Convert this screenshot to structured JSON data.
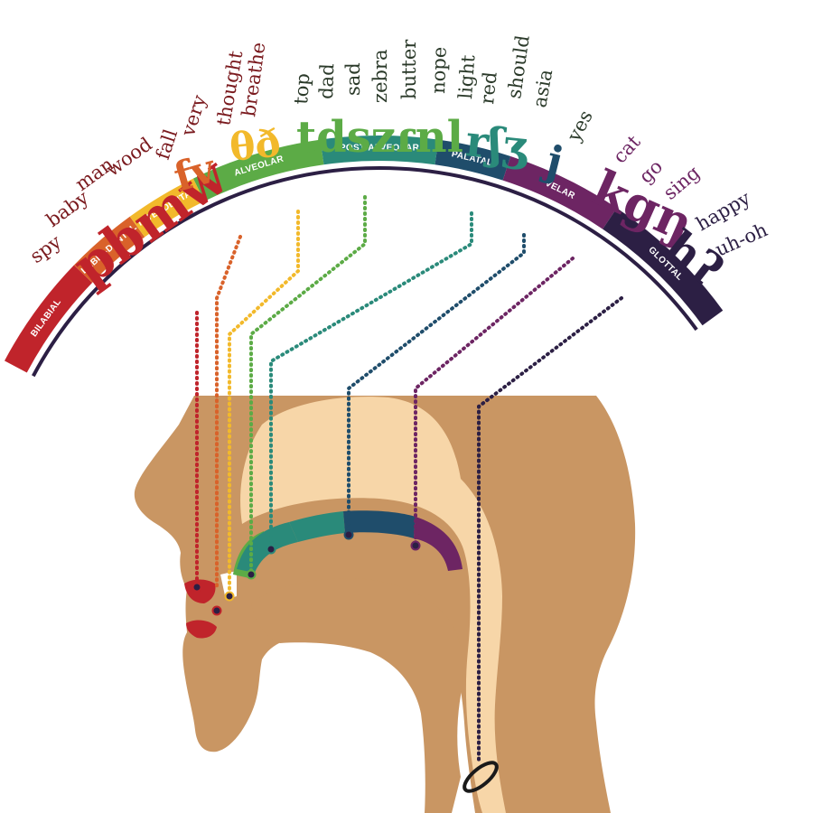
{
  "places": [
    {
      "key": "bilabial",
      "label": "BILABIAL",
      "color": "#c0242b",
      "ipa": "pbmw",
      "examples": [
        "spy",
        "baby",
        "man",
        "wood"
      ]
    },
    {
      "key": "labiodental",
      "label": "LABIO-DENTAL",
      "color": "#d9622a",
      "ipa": "fv",
      "examples": [
        "fall",
        "very"
      ]
    },
    {
      "key": "interdental",
      "label": "INTERDENTAL",
      "color": "#f2b92b",
      "ipa": "θð",
      "examples": [
        "thought",
        "breathe"
      ]
    },
    {
      "key": "alveolar",
      "label": "ALVEOLAR",
      "color": "#5cab46",
      "ipa": "tdszɾnl",
      "examples": [
        "top",
        "dad",
        "sad",
        "zebra",
        "butter",
        "nope",
        "light"
      ]
    },
    {
      "key": "postalveolar",
      "label": "POST-ALVEOLAR",
      "color": "#2a8a7a",
      "ipa": "rʃʒ",
      "examples": [
        "red",
        "should",
        "asia"
      ]
    },
    {
      "key": "palatal",
      "label": "PALATAL",
      "color": "#1f4d6b",
      "ipa": "j",
      "examples": [
        "yes"
      ]
    },
    {
      "key": "velar",
      "label": "VELAR",
      "color": "#6d2563",
      "ipa": "kgŋ",
      "examples": [
        "cat",
        "go",
        "sing"
      ]
    },
    {
      "key": "glottal",
      "label": "GLOTTAL",
      "color": "#2c1f44",
      "ipa": "hʔ",
      "examples": [
        "happy",
        "uh-oh"
      ]
    }
  ],
  "colors": {
    "skin": "#c99663",
    "inner": "#f7d6a8",
    "lips": "#c0242b"
  }
}
